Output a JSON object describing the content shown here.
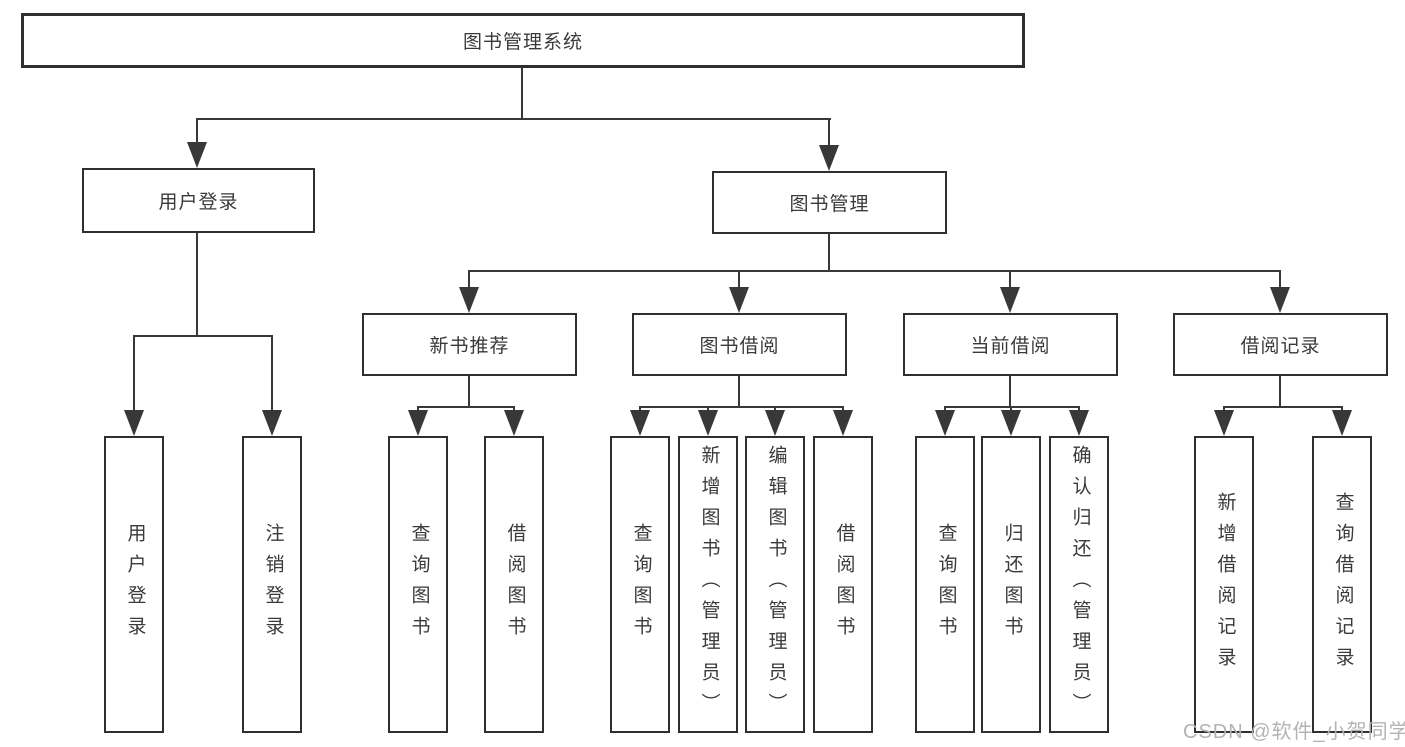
{
  "tree": {
    "root": "图书管理系统",
    "branches": [
      {
        "label": "用户登录",
        "leaves": [
          "用户登录",
          "注销登录"
        ]
      },
      {
        "label": "图书管理",
        "groups": [
          {
            "label": "新书推荐",
            "leaves": [
              "查询图书",
              "借阅图书"
            ]
          },
          {
            "label": "图书借阅",
            "leaves": [
              "查询图书",
              "新增图书（管理员）",
              "编辑图书（管理员）",
              "借阅图书"
            ]
          },
          {
            "label": "当前借阅",
            "leaves": [
              "查询图书",
              "归还图书",
              "确认归还（管理员）"
            ]
          },
          {
            "label": "借阅记录",
            "leaves": [
              "新增借阅记录",
              "查询借阅记录"
            ]
          }
        ]
      }
    ]
  },
  "watermark": "CSDN @软件_小贺同学",
  "colors": {
    "background": "#ffffff",
    "line": "#383838",
    "border": "#2f2f2f",
    "text": "#3a3a3a",
    "watermark": "#b3b3b3"
  }
}
